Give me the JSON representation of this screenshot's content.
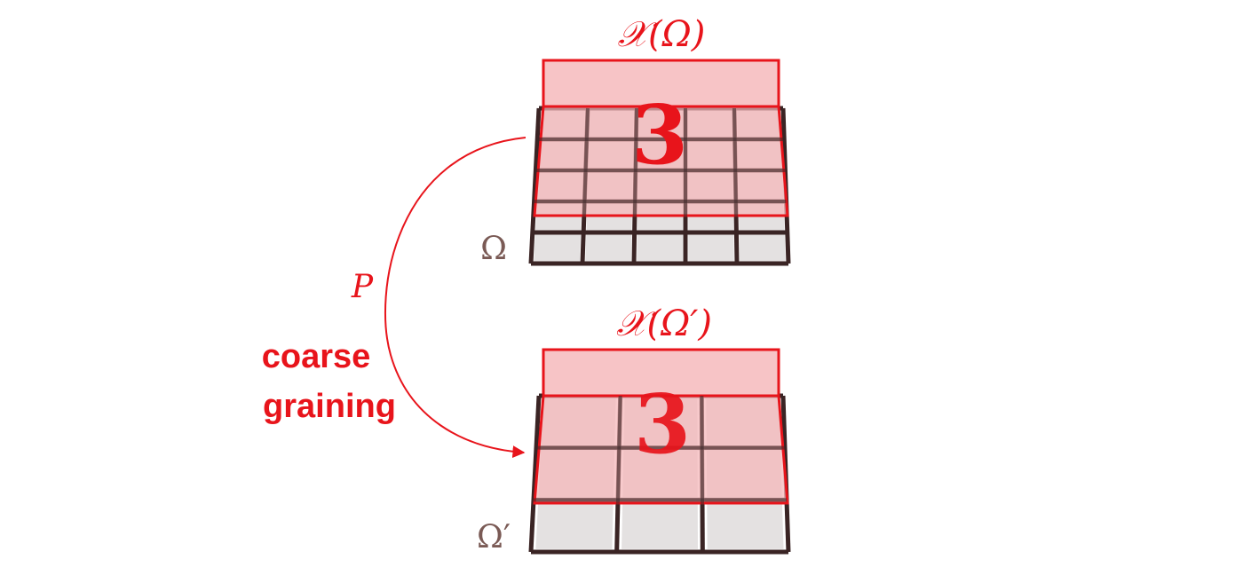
{
  "top_layer": {
    "feature_label": "𝒳(Ω)",
    "domain_label": "Ω",
    "digit": "3",
    "grid_cols": 5,
    "grid_rows": 5
  },
  "bottom_layer": {
    "feature_label": "𝒳(Ω′)",
    "domain_label": "Ω′",
    "digit": "3",
    "grid_cols": 3,
    "grid_rows": 3
  },
  "map": {
    "operator": "P",
    "caption_line1": "coarse",
    "caption_line2": "graining"
  },
  "colors": {
    "accent": "#e8141b",
    "grid_line": "#3a2424",
    "cell_fill": "#e4e1e1",
    "overlay_fill": "#f5b5b8",
    "label_dark": "#7a5a55"
  }
}
